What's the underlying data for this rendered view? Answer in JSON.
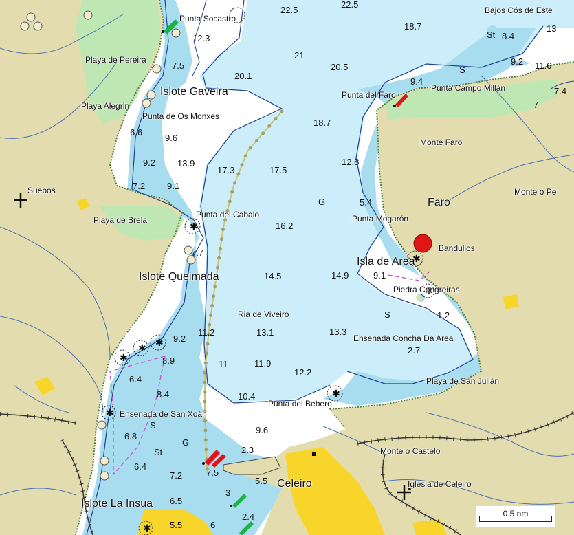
{
  "map": {
    "colors": {
      "land": "#e3dcaf",
      "shallow": "#a8dcef",
      "medium": "#cbeefa",
      "deep": "#ffffff",
      "vegetation": "#bfe7b4",
      "contour": "#1f3f8f",
      "urban": "#f7d52a",
      "route": "#c9c27a",
      "railway": "#333333"
    },
    "place_labels": [
      {
        "text": "Punta Socastro"
      },
      {
        "text": "Bajos Cós de Este"
      },
      {
        "text": "Playa de Pereira"
      },
      {
        "text": "Islote Gaveira"
      },
      {
        "text": "Playa Alegrin"
      },
      {
        "text": "Punta de Os Monxes"
      },
      {
        "text": "Punta del Faro"
      },
      {
        "text": "Punta Campo Millán"
      },
      {
        "text": "Monte Faro"
      },
      {
        "text": "Suebos"
      },
      {
        "text": "Monte o Pe"
      },
      {
        "text": "Faro"
      },
      {
        "text": "Playa de Brela"
      },
      {
        "text": "Punta del Cabalo"
      },
      {
        "text": "Punta Mogarón"
      },
      {
        "text": "Bandullos"
      },
      {
        "text": "Isla de Area"
      },
      {
        "text": "Islote Queimada"
      },
      {
        "text": "Piedra Congreiras"
      },
      {
        "text": "Ria de Viveiro"
      },
      {
        "text": "Ensenada Concha Da Area"
      },
      {
        "text": "Playa de San Julián"
      },
      {
        "text": "Punta del Bebero"
      },
      {
        "text": "Ensenada de San Xoán"
      },
      {
        "text": "Monte o Castelo"
      },
      {
        "text": "Celeiro"
      },
      {
        "text": "Iglesia de Celeiro"
      },
      {
        "text": "Islote La Insua"
      }
    ],
    "soundings": [
      "22.5",
      "22.5",
      "18.7",
      "8.4",
      "13",
      "12.3",
      "21",
      "20.5",
      "9.2",
      "11.6",
      "7.5",
      "20.1",
      "9.4",
      "7.4",
      "7",
      "18.7",
      "6.6",
      "9.6",
      "9.2",
      "13.9",
      "17.3",
      "17.5",
      "12.8",
      "7.2",
      "9.1",
      "5.4",
      "16.2",
      "7.7",
      "14.5",
      "14.9",
      "9.1",
      "1.2",
      "11.2",
      "13.1",
      "13.3",
      "9.2",
      "2.7",
      "8.9",
      "11",
      "11.9",
      "12.2",
      "6.4",
      "8.4",
      "10.4",
      "9.6",
      "6.8",
      "2.3",
      "6.4",
      "7.2",
      "7.5",
      "5.5",
      "6.5",
      "5.5",
      "6",
      "2.4",
      "3"
    ],
    "seabed_codes": [
      "St",
      "S",
      "G",
      "S",
      "S",
      "G",
      "St"
    ],
    "scale_label": "0.5 nm"
  }
}
